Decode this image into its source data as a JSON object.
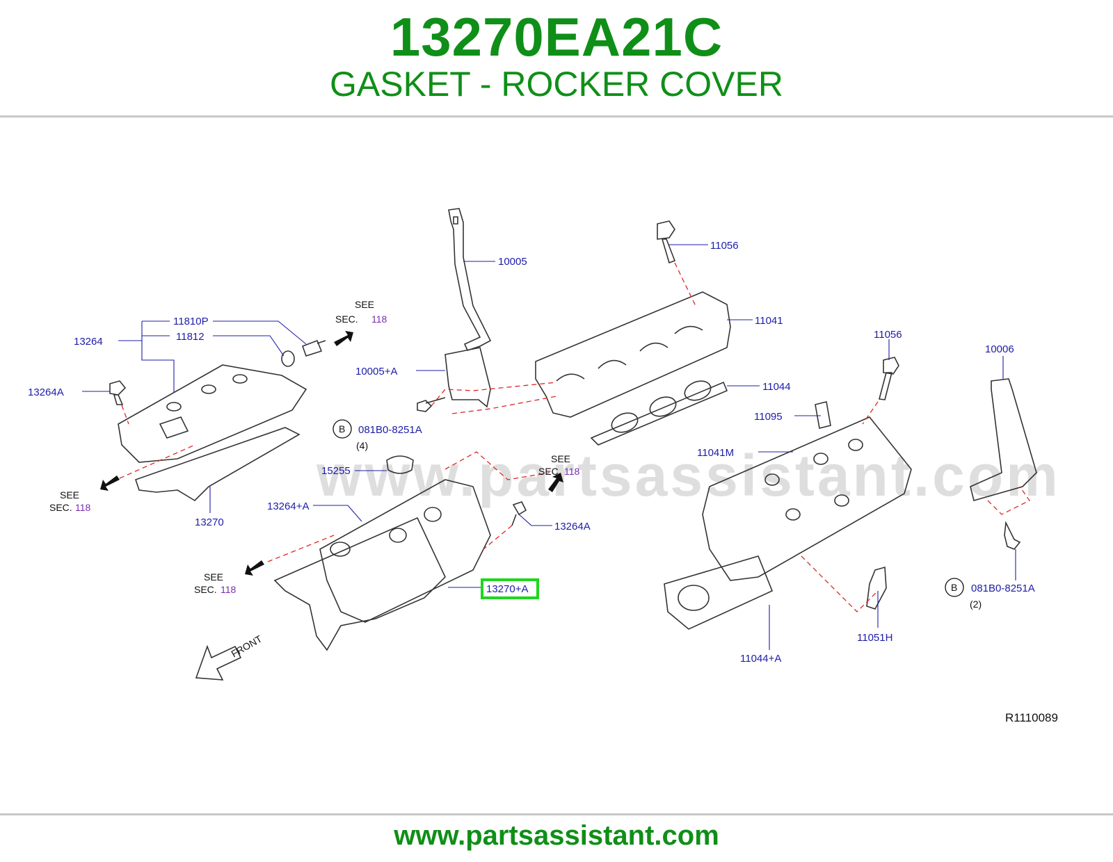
{
  "header": {
    "part_number": "13270EA21C",
    "part_name": "GASKET - ROCKER COVER"
  },
  "watermark": "www.partsassistant.com",
  "footer": {
    "url": "www.partsassistant.com"
  },
  "diagram": {
    "ref_code": "R1110089",
    "highlight_color": "#1fd61f",
    "text_color": "#0f8f17",
    "callouts": {
      "c10005": "10005",
      "c10005a": "10005+A",
      "c11056a": "11056",
      "c11041": "11041",
      "c11056b": "11056",
      "c10006": "10006",
      "c11810p": "11810P",
      "c11812": "11812",
      "c13264": "13264",
      "c13264a_left": "13264A",
      "c11044": "11044",
      "c11095": "11095",
      "c081b0_mid": "081B0-8251A",
      "c081b0_right": "081B0-8251A",
      "c11041m": "11041M",
      "c15255": "15255",
      "c13264pa": "13264+A",
      "c13264a_mid": "13264A",
      "c13270": "13270",
      "c13270pa": "13270+A",
      "c11051h": "11051H",
      "c11044pa": "11044+A"
    },
    "qty": {
      "mid": "(4)",
      "right": "(2)"
    },
    "bolt_marker": "B",
    "see": "SEE",
    "sec": "SEC.",
    "sec_num": "118",
    "front": "FRONT"
  }
}
